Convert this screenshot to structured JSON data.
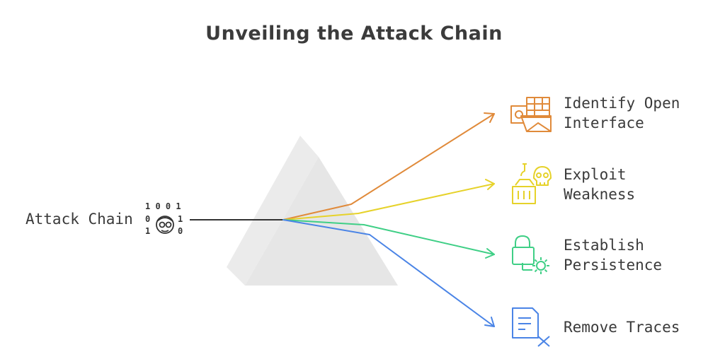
{
  "title": "Unveiling the Attack Chain",
  "source": {
    "label": "Attack Chain",
    "icon": "binary-hacker-icon",
    "bits_top": "1 0 0 1",
    "bits_left": [
      "0",
      "1"
    ],
    "bits_right": [
      "1",
      "0"
    ]
  },
  "outputs": [
    {
      "line1": "Identify Open",
      "line2": "Interface",
      "icon": "mail-grid-icon",
      "color": "#e08a3a"
    },
    {
      "line1": "Exploit",
      "line2": "Weakness",
      "icon": "skull-basket-icon",
      "color": "#e6d22a"
    },
    {
      "line1": "Establish",
      "line2": "Persistence",
      "icon": "lock-gear-icon",
      "color": "#3fcf86"
    },
    {
      "line1": "Remove Traces",
      "line2": "",
      "icon": "document-x-icon",
      "color": "#4a84e6"
    }
  ]
}
